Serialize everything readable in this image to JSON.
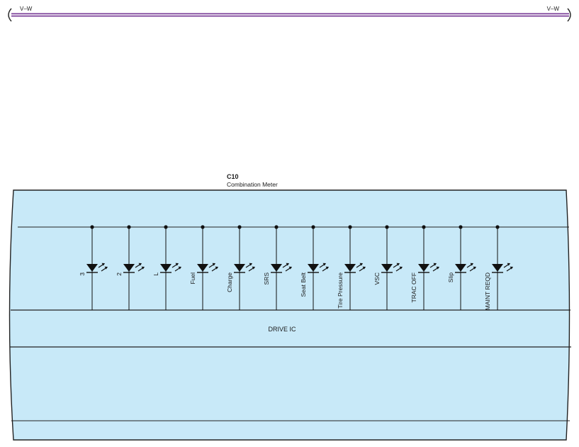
{
  "wire": {
    "left_label": "V–W",
    "right_label": "V–W",
    "colors": {
      "outer": "#7b3f98",
      "inner": "#ffffff"
    }
  },
  "connector": {
    "id": "C10",
    "name": "Combination Meter"
  },
  "module": {
    "fill": "#c8e9f8",
    "stroke": "#222222",
    "drive_ic_label": "DRIVE IC"
  },
  "lamps": [
    {
      "label": "3"
    },
    {
      "label": "2"
    },
    {
      "label": "L"
    },
    {
      "label": "Fuel"
    },
    {
      "label": "Charge"
    },
    {
      "label": "SRS"
    },
    {
      "label": "Seat Belt"
    },
    {
      "label": "Tire Pressure"
    },
    {
      "label": "VSC"
    },
    {
      "label": "TRAC OFF"
    },
    {
      "label": "Slip"
    },
    {
      "label": "MAINT REQD"
    }
  ]
}
